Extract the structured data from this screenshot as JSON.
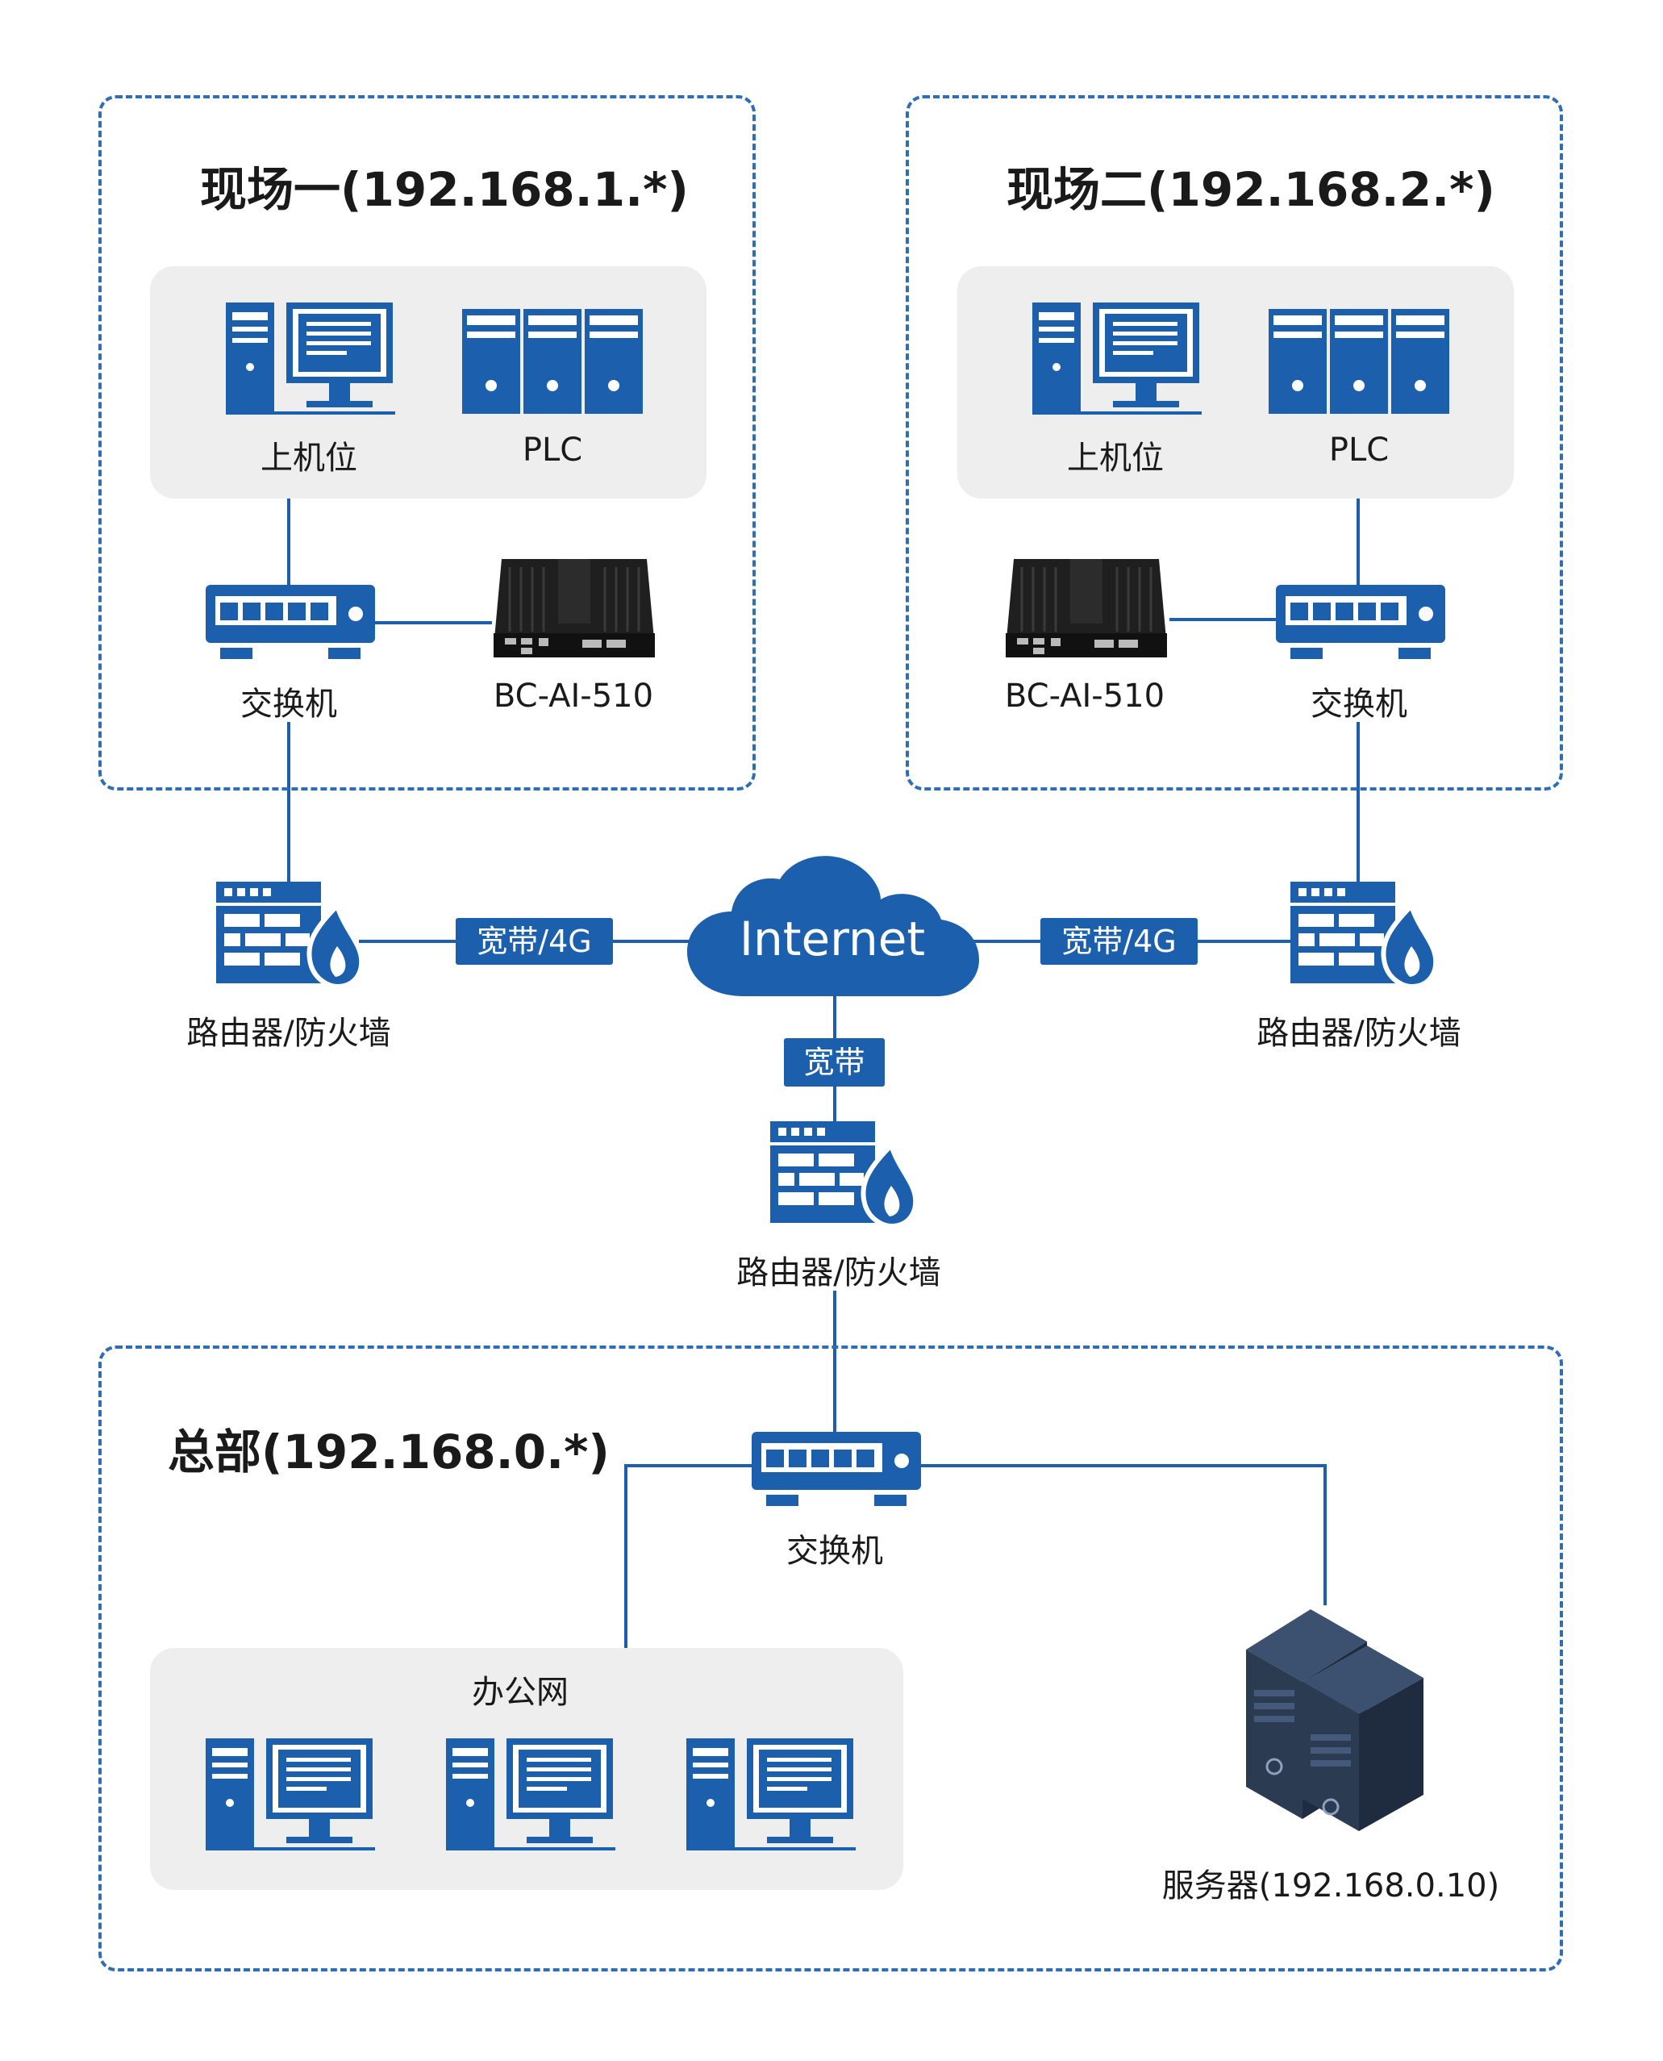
{
  "colors": {
    "accent": "#1b5fad",
    "dashed_border": "#2f6db5",
    "panel_bg": "#eeeeee",
    "server_dark": "#2b3b52"
  },
  "site1": {
    "title": "现场一(192.168.1.*)",
    "pc_label": "上机位",
    "plc_label": "PLC",
    "switch_label": "交换机",
    "box_label": "BC-AI-510",
    "router_label": "路由器/防火墙",
    "link_label": "宽带/4G"
  },
  "site2": {
    "title": "现场二(192.168.2.*)",
    "pc_label": "上机位",
    "plc_label": "PLC",
    "switch_label": "交换机",
    "box_label": "BC-AI-510",
    "router_label": "路由器/防火墙",
    "link_label": "宽带/4G"
  },
  "internet": {
    "label": "Internet",
    "link_label": "宽带"
  },
  "hq": {
    "router_label": "路由器/防火墙",
    "title": "总部(192.168.0.*)",
    "switch_label": "交换机",
    "office_label": "办公网",
    "server_label": "服务器(192.168.0.10)"
  },
  "icons": {
    "pc": "desktop-computer-icon",
    "plc": "plc-rack-icon",
    "switch": "network-switch-icon",
    "box": "industrial-box-pc-icon",
    "router": "router-firewall-icon",
    "cloud": "cloud-icon",
    "server": "server-tower-icon"
  }
}
